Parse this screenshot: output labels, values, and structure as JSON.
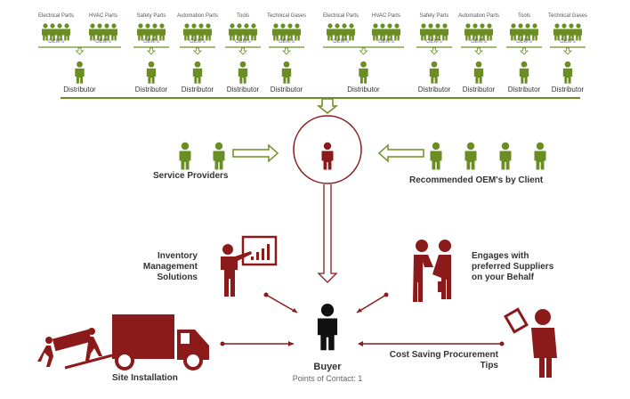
{
  "colors": {
    "green": "#6b8e23",
    "red": "#8b1a1a",
    "black": "#111111"
  },
  "top": {
    "groups": [
      {
        "categories": [
          "Electrical Parts",
          "HVAC Parts",
          "Safety Parts",
          "Automation Parts",
          "Tools",
          "Technical Gases"
        ]
      },
      {
        "categories": [
          "Electrical Parts",
          "HVAC Parts",
          "Safety Parts",
          "Automation Parts",
          "Tools",
          "Technical Gases"
        ]
      }
    ],
    "oem_label": "OEM's",
    "distributor_label": "Distributor"
  },
  "middle": {
    "service_providers": "Service Providers",
    "recommended_oems": "Recommended OEM's by Client"
  },
  "bottom": {
    "inventory": [
      "Inventory",
      "Management",
      "Solutions"
    ],
    "engages": [
      "Engages with",
      "preferred Suppliers",
      "on your Behalf"
    ],
    "site_installation": "Site Installation",
    "cost_saving": [
      "Cost Saving Procurement",
      "Tips"
    ],
    "buyer": "Buyer",
    "points_of_contact": "Points of Contact: 1"
  }
}
